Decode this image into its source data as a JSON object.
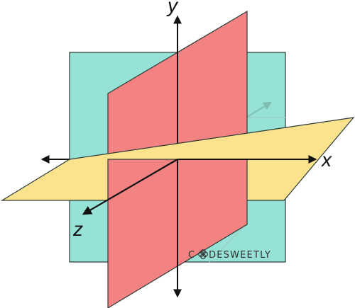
{
  "axes": {
    "x_label": "x",
    "y_label": "y",
    "z_label": "z"
  },
  "planes": {
    "xy": {
      "fill": "#96e2d6",
      "stroke": "#2c3a37"
    },
    "yz": {
      "fill": "#f28382",
      "stroke": "#2c3a37"
    },
    "xz": {
      "fill": "#fbe38d",
      "stroke": "#2c3a37"
    }
  },
  "colors": {
    "axis": "#111111",
    "hidden_axis": "#7fbfb2",
    "hidden_edge": "#9ccfc5"
  },
  "watermark": {
    "text_left": "C",
    "text_right": "DESWEETLY",
    "logo_icon": "interlocked-rings-icon"
  }
}
